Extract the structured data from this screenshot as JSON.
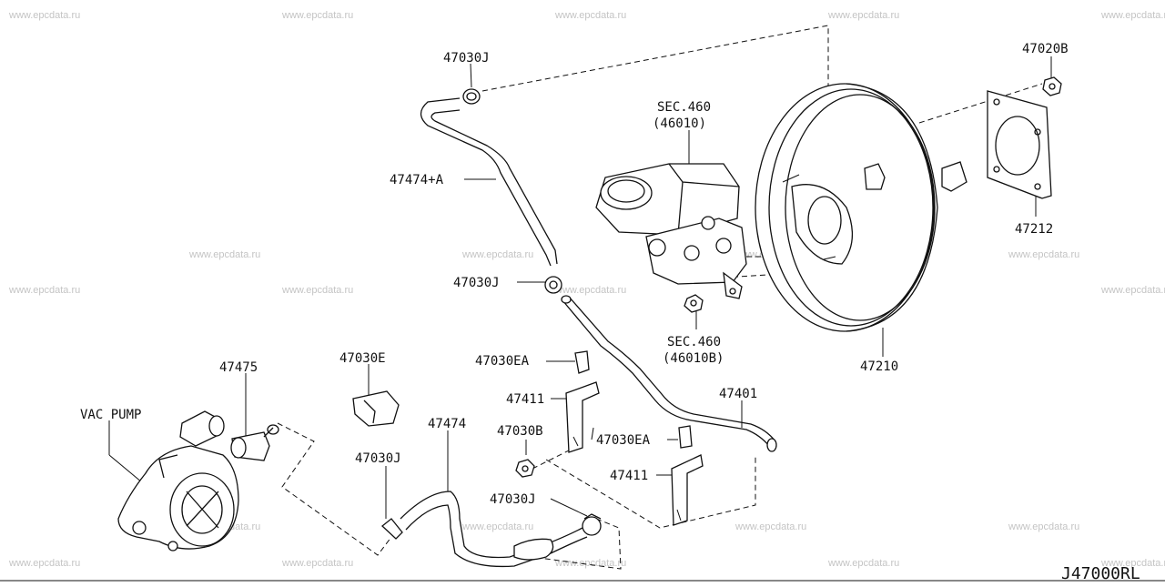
{
  "watermark": "www.epcdata.ru",
  "diagram_ref": "J47000RL",
  "labels": {
    "l_47030J_top": "47030J",
    "l_47020B": "47020B",
    "l_sec460_a": "SEC.460",
    "l_46010": "(46010)",
    "l_47474A": "47474+A",
    "l_47212": "47212",
    "l_47030J_mid": "47030J",
    "l_sec460_b": "SEC.460",
    "l_46010B": "(46010B)",
    "l_47210": "47210",
    "l_47475": "47475",
    "l_47030E": "47030E",
    "l_47030EA_1": "47030EA",
    "l_47401": "47401",
    "l_vacpump": "VAC PUMP",
    "l_47411_1": "47411",
    "l_47474": "47474",
    "l_47030B": "47030B",
    "l_47030EA_2": "47030EA",
    "l_47030J_low": "47030J",
    "l_47411_2": "47411",
    "l_47030J_bot": "47030J"
  }
}
